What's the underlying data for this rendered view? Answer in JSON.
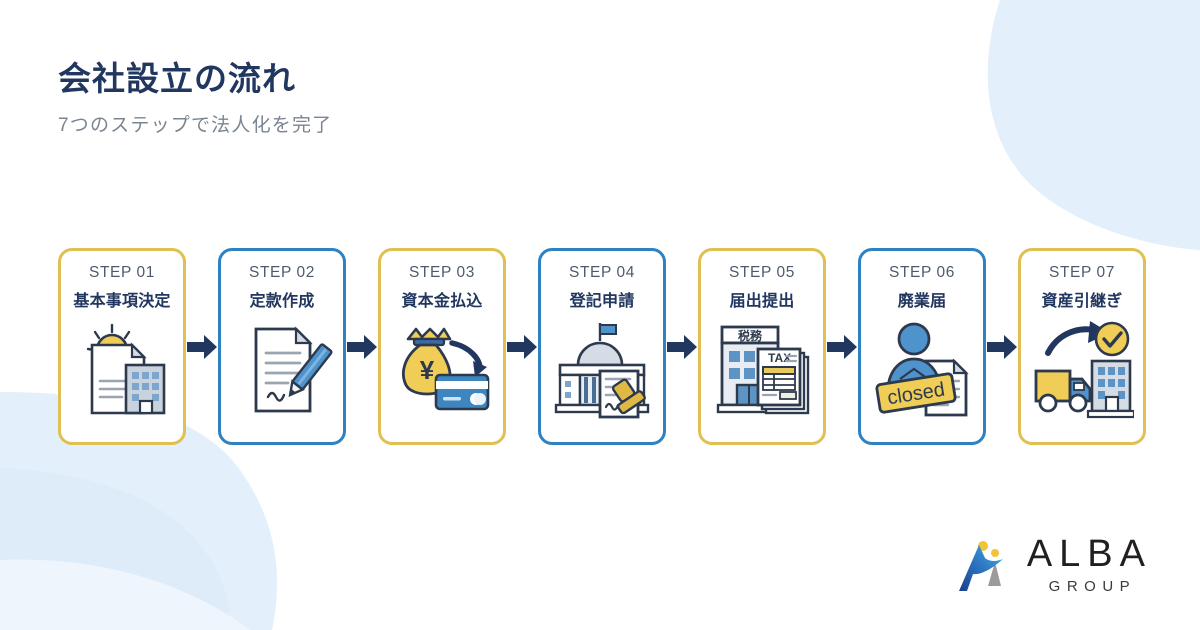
{
  "header": {
    "title": "会社設立の流れ",
    "subtitle": "7つのステップで法人化を完了"
  },
  "colors": {
    "gold": "#e0c052",
    "blue": "#2f82c2",
    "navy": "#22375f",
    "subtitle_gray": "#7b8592",
    "background": "#ffffff",
    "blob_blue": "#e3effa"
  },
  "flow": {
    "arrow_label": "next-step-arrow",
    "steps": [
      {
        "number": "STEP 01",
        "label": "基本事項決定",
        "accent": "gold",
        "icon": "lightbulb-document-building-icon"
      },
      {
        "number": "STEP 02",
        "label": "定款作成",
        "accent": "blue",
        "icon": "document-pen-icon"
      },
      {
        "number": "STEP 03",
        "label": "資本金払込",
        "accent": "gold",
        "icon": "money-bag-credit-card-icon"
      },
      {
        "number": "STEP 04",
        "label": "登記申請",
        "accent": "blue",
        "icon": "government-building-stamp-icon"
      },
      {
        "number": "STEP 05",
        "label": "届出提出",
        "accent": "gold",
        "icon": "tax-office-forms-icon"
      },
      {
        "number": "STEP 06",
        "label": "廃業届",
        "accent": "blue",
        "icon": "person-closed-sign-document-icon"
      },
      {
        "number": "STEP 07",
        "label": "資産引継ぎ",
        "accent": "gold",
        "icon": "truck-building-check-icon"
      }
    ]
  },
  "logo": {
    "name": "ALBA",
    "sub": "GROUP",
    "mark": "alba-a-mark-icon"
  }
}
